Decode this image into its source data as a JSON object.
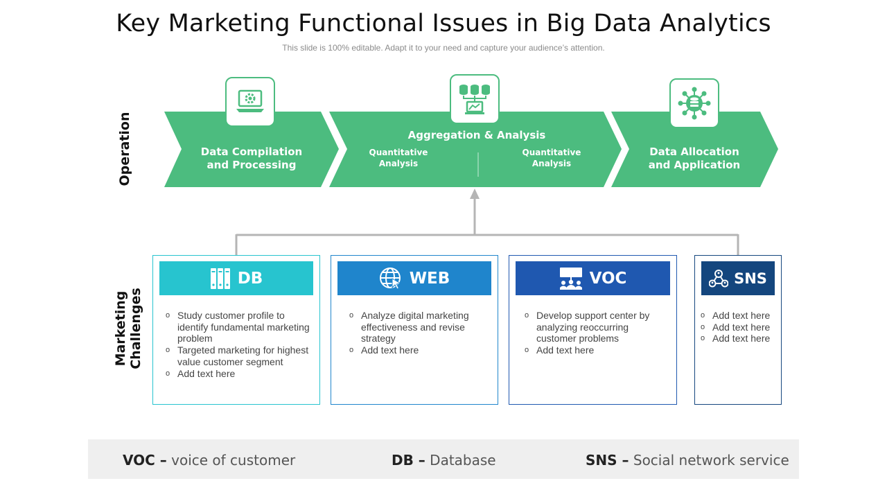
{
  "title": "Key Marketing Functional Issues in Big Data Analytics",
  "subtitle": "This slide is 100% editable. Adapt it to your need and capture your audience’s attention.",
  "side_labels": {
    "operation": "Operation",
    "marketing_line1": "Marketing",
    "marketing_line2": "Challenges"
  },
  "colors": {
    "chevron_green": "#4cbc7f",
    "connector_gray": "#b5b5b5",
    "db": "#27c4cf",
    "web": "#1f85cc",
    "voc": "#1f58b0",
    "sns": "#14467e"
  },
  "operation": {
    "step1": {
      "line1": "Data Compilation",
      "line2": "and Processing",
      "icon": "laptop-gear-icon"
    },
    "step2": {
      "title": "Aggregation & Analysis",
      "left_line1": "Quantitative",
      "left_line2": "Analysis",
      "right_line1": "Quantitative",
      "right_line2": "Analysis",
      "icon": "database-network-icon"
    },
    "step3": {
      "line1": "Data Allocation",
      "line2": "and Application",
      "icon": "database-hub-icon"
    }
  },
  "challenges": {
    "db": {
      "label": "DB",
      "icon": "binders-icon",
      "bullets": [
        "Study customer profile to identify fundamental marketing problem",
        "Targeted marketing for highest value customer segment",
        "Add text here"
      ]
    },
    "web": {
      "label": "WEB",
      "icon": "globe-cursor-icon",
      "bullets": [
        "Analyze digital marketing effectiveness and revise strategy",
        "Add text here"
      ]
    },
    "voc": {
      "label": "VOC",
      "icon": "presentation-audience-icon",
      "bullets": [
        "Develop support center by analyzing reoccurring customer problems",
        "Add text here"
      ]
    },
    "sns": {
      "label": "SNS",
      "icon": "social-network-icon",
      "bullets": [
        "Add text here",
        "Add text here",
        "Add text here"
      ]
    }
  },
  "legend": {
    "voc_abbr": "VOC –",
    "voc_full": " voice of customer",
    "db_abbr": "DB –",
    "db_full": " Database",
    "sns_abbr": "SNS –",
    "sns_full": " Social network service"
  }
}
